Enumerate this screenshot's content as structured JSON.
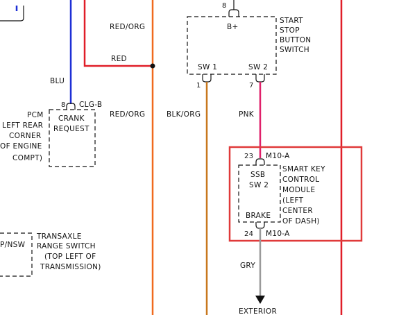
{
  "colors": {
    "blu": "#1d2fd6",
    "red": "#e01e28",
    "red_org": "#f06a1e",
    "blk_org": "#c8781e",
    "pnk": "#e0206a",
    "gry": "#9a9a9a",
    "highlight": "#e03a3a"
  },
  "wires": {
    "blu": "BLU",
    "red": "RED",
    "red_org_1": "RED/ORG",
    "red_org_2": "RED/ORG",
    "blk_org": "BLK/ORG",
    "pnk": "PNK",
    "gry": "GRY"
  },
  "start_stop": {
    "top_pin": "8",
    "bplus": "B+",
    "sw1": "SW 1",
    "sw2": "SW 2",
    "pin_sw1": "1",
    "pin_sw2": "7",
    "label": [
      "START",
      "STOP",
      "BUTTON",
      "SWITCH"
    ]
  },
  "pcm": {
    "pin": "8",
    "connector": "CLG-B",
    "box_text": [
      "CRANK",
      "REQUEST"
    ],
    "label_pcm": "PCM",
    "label_lines": [
      "LEFT REAR",
      "CORNER",
      "OF ENGINE",
      "COMPT)"
    ]
  },
  "skcm": {
    "pin_top": "23",
    "conn_top": "M10-A",
    "box_ssb": "SSB",
    "box_sw2": "SW 2",
    "box_brake": "BRAKE",
    "pin_bottom": "24",
    "conn_bottom": "M10-A",
    "label": [
      "SMART KEY",
      "CONTROL",
      "MODULE",
      "(LEFT",
      "CENTER",
      "OF DASH)"
    ]
  },
  "transaxle": {
    "box_text": "P/NSW",
    "label": [
      "TRANSAXLE",
      "RANGE SWITCH",
      "(TOP LEFT OF",
      "TRANSMISSION)"
    ]
  },
  "exterior": "EXTERIOR"
}
